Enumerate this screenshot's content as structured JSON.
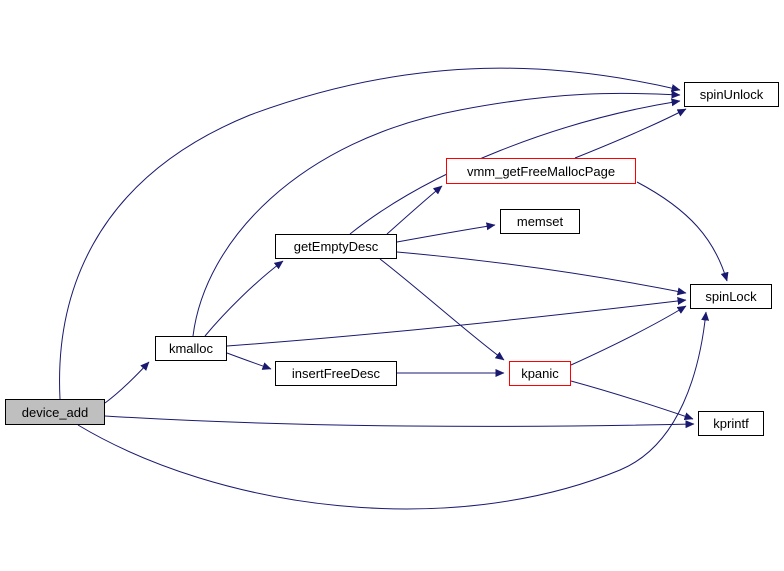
{
  "diagram": {
    "type": "call-graph",
    "background_color": "#ffffff",
    "edge_color": "#191970",
    "node_border_color": "#000000",
    "highlight_border_color": "#ff0000",
    "root_fill_color": "#bfbfbf",
    "node_fill_color": "#ffffff",
    "nodes": [
      {
        "id": "device_add",
        "label": "device_add",
        "style": "root"
      },
      {
        "id": "kmalloc",
        "label": "kmalloc",
        "style": "normal"
      },
      {
        "id": "getEmptyDesc",
        "label": "getEmptyDesc",
        "style": "normal"
      },
      {
        "id": "insertFreeDesc",
        "label": "insertFreeDesc",
        "style": "normal"
      },
      {
        "id": "vmm_getFreeMallocPage",
        "label": "vmm_getFreeMallocPage",
        "style": "highlight"
      },
      {
        "id": "memset",
        "label": "memset",
        "style": "normal"
      },
      {
        "id": "kpanic",
        "label": "kpanic",
        "style": "highlight"
      },
      {
        "id": "spinUnlock",
        "label": "spinUnlock",
        "style": "normal"
      },
      {
        "id": "spinLock",
        "label": "spinLock",
        "style": "normal"
      },
      {
        "id": "kprintf",
        "label": "kprintf",
        "style": "normal"
      }
    ],
    "edges": [
      {
        "from": "device_add",
        "to": "kmalloc"
      },
      {
        "from": "device_add",
        "to": "spinUnlock"
      },
      {
        "from": "device_add",
        "to": "spinLock"
      },
      {
        "from": "device_add",
        "to": "kprintf"
      },
      {
        "from": "kmalloc",
        "to": "getEmptyDesc"
      },
      {
        "from": "kmalloc",
        "to": "insertFreeDesc"
      },
      {
        "from": "kmalloc",
        "to": "spinUnlock"
      },
      {
        "from": "kmalloc",
        "to": "spinLock"
      },
      {
        "from": "getEmptyDesc",
        "to": "vmm_getFreeMallocPage"
      },
      {
        "from": "getEmptyDesc",
        "to": "memset"
      },
      {
        "from": "getEmptyDesc",
        "to": "kpanic"
      },
      {
        "from": "getEmptyDesc",
        "to": "spinUnlock"
      },
      {
        "from": "getEmptyDesc",
        "to": "spinLock"
      },
      {
        "from": "insertFreeDesc",
        "to": "kpanic"
      },
      {
        "from": "vmm_getFreeMallocPage",
        "to": "spinUnlock"
      },
      {
        "from": "vmm_getFreeMallocPage",
        "to": "spinLock"
      },
      {
        "from": "kpanic",
        "to": "kprintf"
      },
      {
        "from": "kpanic",
        "to": "spinLock"
      }
    ]
  }
}
